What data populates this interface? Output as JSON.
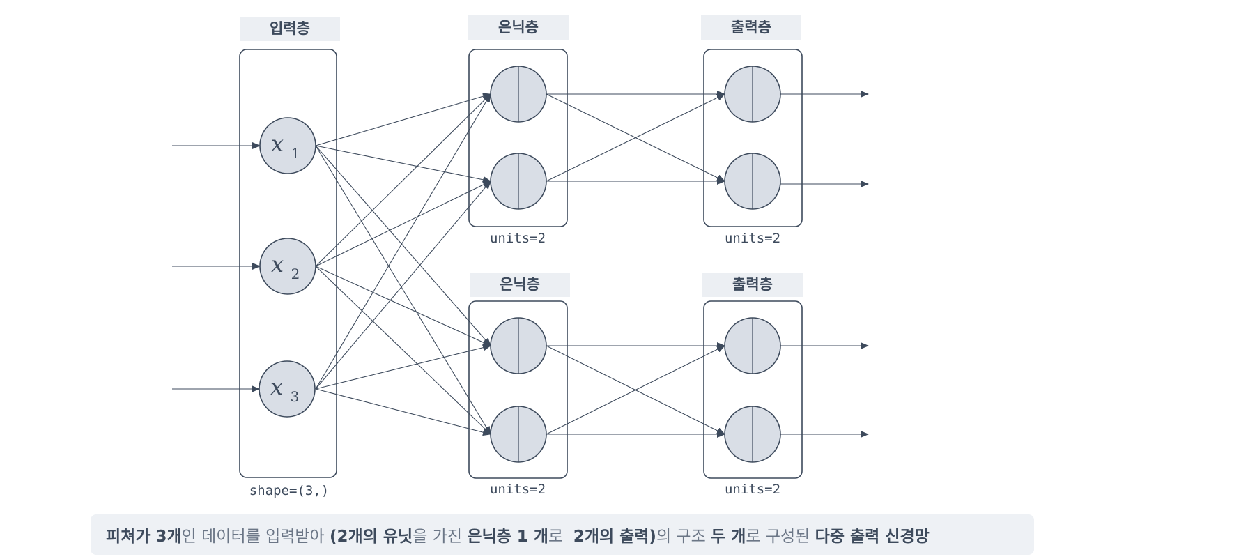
{
  "layers": {
    "input": {
      "title": "입력층",
      "shape_label": "shape=(3,)"
    },
    "hidden_top": {
      "title": "은닉층",
      "units_label": "units=2"
    },
    "output_top": {
      "title": "출력층",
      "units_label": "units=2"
    },
    "hidden_bottom": {
      "title": "은닉층",
      "units_label": "units=2"
    },
    "output_bottom": {
      "title": "출력층",
      "units_label": "units=2"
    }
  },
  "inputs": [
    {
      "var": "x",
      "sub": "1"
    },
    {
      "var": "x",
      "sub": "2"
    },
    {
      "var": "x",
      "sub": "3"
    }
  ],
  "caption": {
    "p1": "피쳐가 3개",
    "p2": "인 데이터를 입력받아 ",
    "p3": "(2개의 유닛",
    "p4": "을 가진 ",
    "p5": "은닉층 1 개",
    "p6": "로  ",
    "p7": "2개의 출력)",
    "p8": "의 구조 ",
    "p9": "두 개",
    "p10": "로 구성된 ",
    "p11": "다중 출력 신경망"
  },
  "colors": {
    "stroke": "#3d4a5c",
    "node_fill": "#d9dee6",
    "label_bg": "#eceff3"
  }
}
